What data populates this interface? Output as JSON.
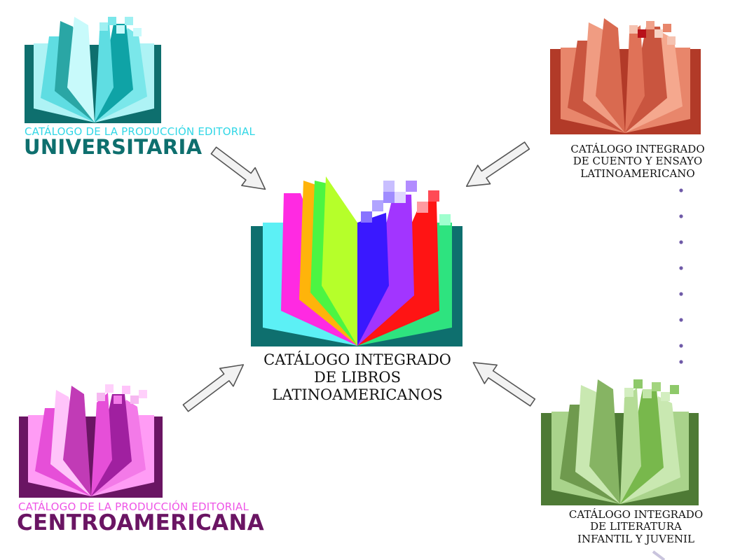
{
  "center": {
    "title_lines": [
      "CATÁLOGO INTEGRADO",
      "DE LIBROS",
      "LATINOAMERICANOS"
    ]
  },
  "universitaria": {
    "subtitle": "CATÁLOGO DE LA PRODUCCIÓN EDITORIAL",
    "name": "UNIVERSITARIA"
  },
  "centroamericana": {
    "subtitle": "CATÁLOGO DE LA PRODUCCIÓN EDITORIAL",
    "name": "CENTROAMERICANA"
  },
  "cuento": {
    "title_lines": [
      "CATÁLOGO INTEGRADO",
      "DE CUENTO Y ENSAYO",
      "LATINOAMERICANO"
    ]
  },
  "infantil": {
    "title_lines": [
      "CATÁLOGO INTEGRADO",
      "DE LITERATURA",
      "INFANTIL Y JUVENIL"
    ]
  },
  "colors": {
    "universitaria": "#0e6f6e",
    "universitaria_sub": "#31d7e6",
    "centroamericana": "#6a1563",
    "centroamericana_sub": "#ee55e6",
    "cuento": "#b23a28",
    "infantil": "#4e7a35",
    "dots": "#6f5aa8",
    "arrow_fill": "#f2f2f2",
    "arrow_stroke": "#555555"
  }
}
